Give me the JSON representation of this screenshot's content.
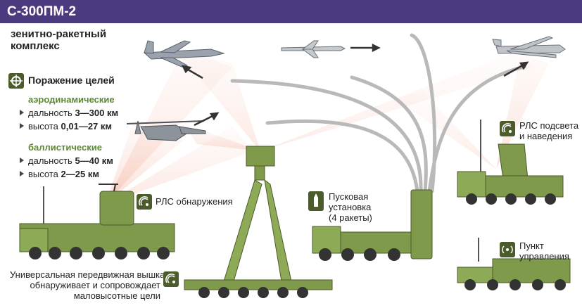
{
  "header": {
    "title": "С-300ПМ-2"
  },
  "subtitle": {
    "line1": "зенитно-ракетный",
    "line2": "комплекс"
  },
  "defeat": {
    "heading": "Поражение целей",
    "aero": {
      "heading": "аэродинамические",
      "range_label": "дальность",
      "range_value": "3—300 км",
      "height_label": "высота",
      "height_value": "0,01—27 км"
    },
    "ballistic": {
      "heading": "баллистические",
      "range_label": "дальность",
      "range_value": "5—40 км",
      "height_label": "высота",
      "height_value": "2—25 км"
    }
  },
  "labels": {
    "detection_radar": "РЛС обнаружения",
    "launcher_line1": "Пусковая",
    "launcher_line2": "установка",
    "launcher_line3": "(4 ракеты)",
    "guidance_line1": "РЛС подсвета",
    "guidance_line2": "и наведения",
    "control_line1": "Пункт",
    "control_line2": "управления",
    "tower_line1": "Универсальная передвижная вышка",
    "tower_line2": "обнаруживает и сопровождает",
    "tower_line3": "маловысотные цели"
  },
  "colors": {
    "title_bg": "#4b3a7e",
    "vehicle": "#7e9a4a",
    "vehicle_dark": "#4c5b2b",
    "accent_green": "#5b8a32",
    "beam": "#f4b9a6"
  }
}
